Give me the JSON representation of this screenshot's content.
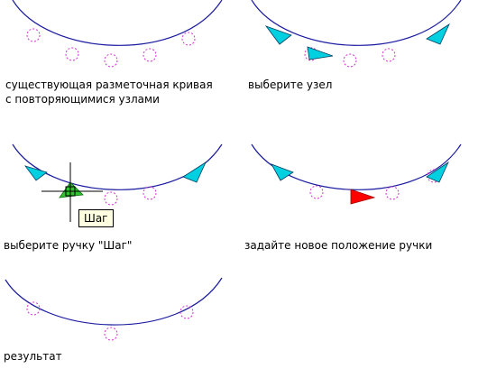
{
  "colors": {
    "curve": "#1a1aa0",
    "node": "#d030d0",
    "grip": "#00d0e0",
    "selected_grip": "#ff0000",
    "step_grip": "#30c030",
    "crosshair": "#000000"
  },
  "panels": [
    {
      "id": "p1",
      "caption_lines": [
        "существующая разметочная кривая",
        "с повторяющимися узлами"
      ]
    },
    {
      "id": "p2",
      "caption_lines": [
        "выберите узел"
      ]
    },
    {
      "id": "p3",
      "caption_lines": [
        "выберите ручку \"Шаг\""
      ],
      "tooltip": "Шаг"
    },
    {
      "id": "p4",
      "caption_lines": [
        "задайте новое положение ручки"
      ]
    },
    {
      "id": "p5",
      "caption_lines": [
        "результат"
      ]
    }
  ]
}
